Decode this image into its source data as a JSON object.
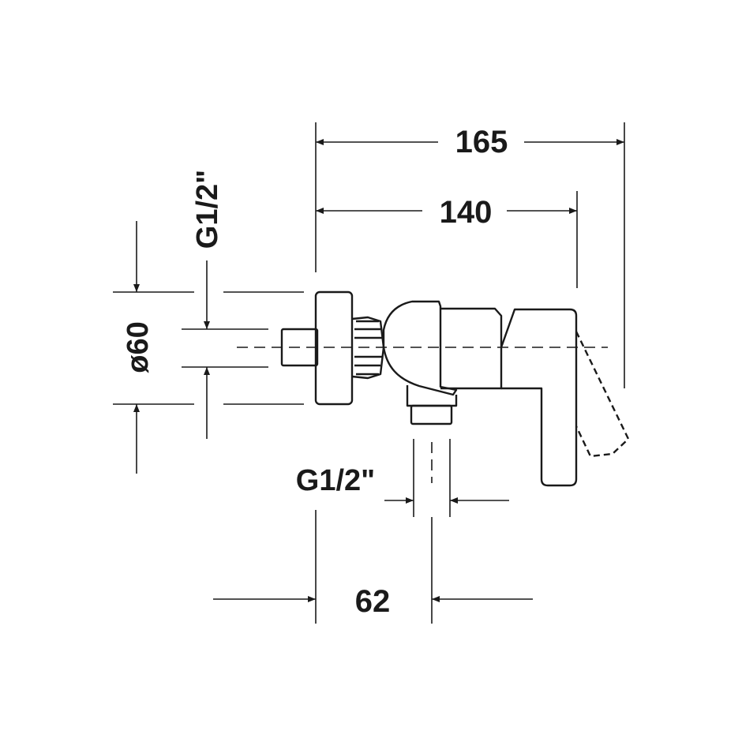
{
  "dimensions": {
    "width_overall": "165",
    "width_body": "140",
    "rosette_diameter": "ø60",
    "wall_thread": "G1/2\"",
    "outlet_thread": "G1/2\"",
    "outlet_offset": "62"
  },
  "colors": {
    "line": "#1a1a1a",
    "background": "#ffffff"
  }
}
